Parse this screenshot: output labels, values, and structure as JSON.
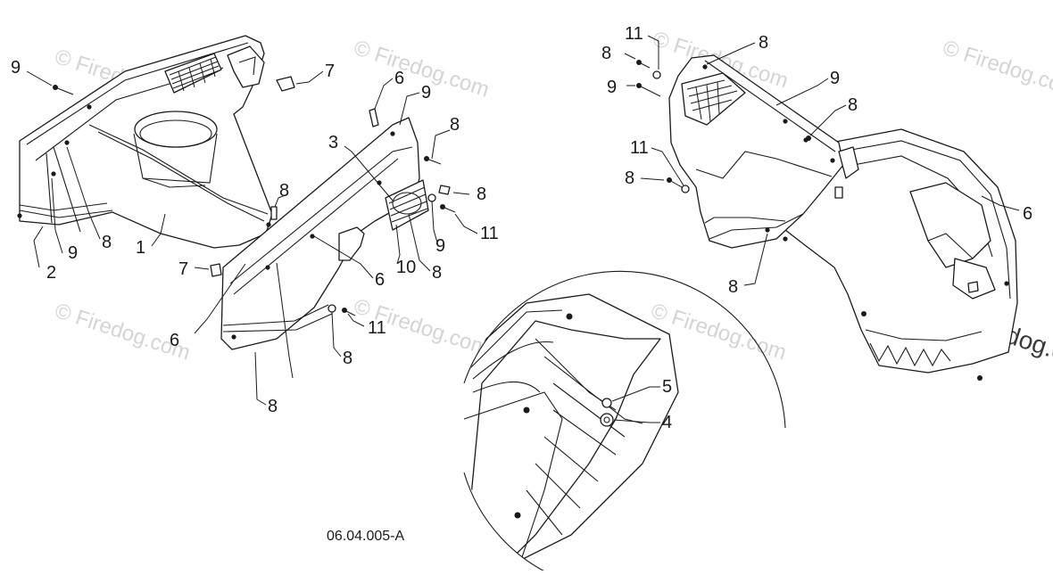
{
  "diagram": {
    "document_number": "06.04.005-A",
    "watermark_small": "© Firedog.com",
    "watermark_large": "© Firedog.c",
    "left_assembly_callouts": [
      "9",
      "2",
      "9",
      "8",
      "1",
      "7",
      "7",
      "6",
      "8",
      "3",
      "9",
      "8",
      "6",
      "8",
      "11",
      "9",
      "6",
      "10",
      "8",
      "11",
      "8"
    ],
    "inset_callouts": [
      "5",
      "4"
    ],
    "right_assembly_callouts": [
      "11",
      "8",
      "8",
      "9",
      "9",
      "8",
      "11",
      "8",
      "6",
      "8"
    ]
  }
}
